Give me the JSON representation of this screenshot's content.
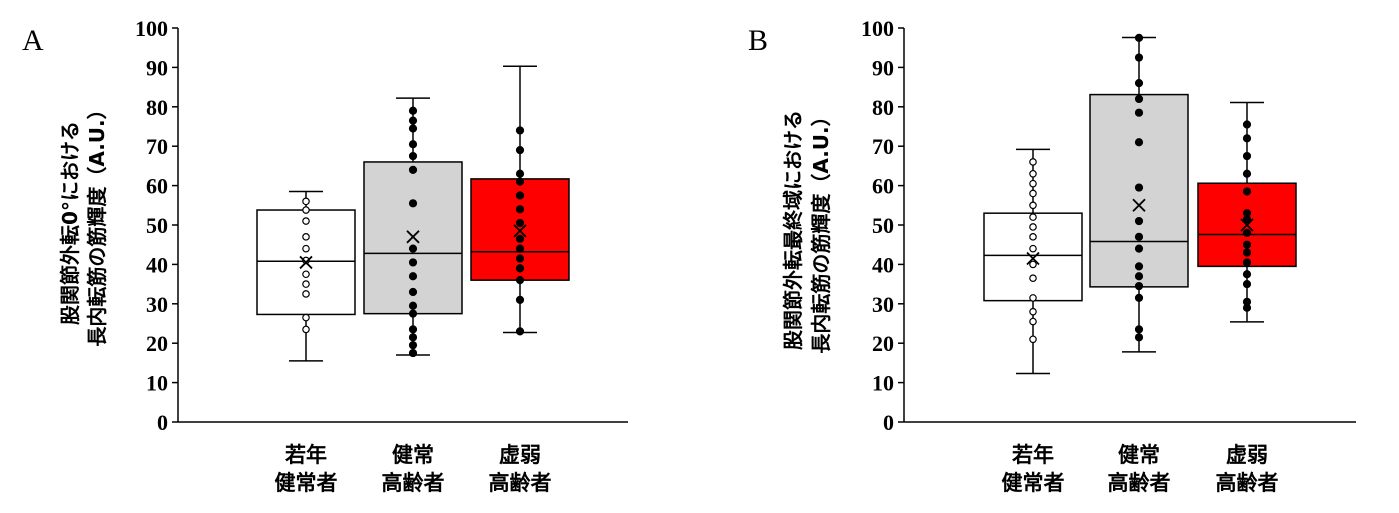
{
  "chart_data": [
    {
      "type": "box",
      "panel": "A",
      "ylabel_lines": [
        "股関節外転0°における",
        "長内転筋の筋輝度（A.U.）"
      ],
      "ylim": [
        0,
        100
      ],
      "yticks": [
        0,
        10,
        20,
        30,
        40,
        50,
        60,
        70,
        80,
        90,
        100
      ],
      "groups": [
        {
          "label_lines": [
            "若年",
            "健常者"
          ],
          "fill": "#ffffff",
          "marker": "open",
          "min": 15.5,
          "q1": 27.3,
          "median": 40.8,
          "q3": 53.8,
          "max": 58.5,
          "mean": 40.5,
          "points": [
            23.5,
            26.5,
            32.5,
            35,
            37.5,
            41,
            44,
            47,
            51,
            53.8,
            56
          ]
        },
        {
          "label_lines": [
            "健常",
            "高齢者"
          ],
          "fill": "#d3d3d3",
          "marker": "filled",
          "min": 17,
          "q1": 27.5,
          "median": 42.8,
          "q3": 66,
          "max": 82.2,
          "mean": 47,
          "points": [
            17.5,
            19.5,
            21.5,
            23.5,
            27.5,
            29.5,
            33,
            37,
            40.5,
            44,
            55.5,
            64,
            67.5,
            70.5,
            74.5,
            76.5,
            79
          ]
        },
        {
          "label_lines": [
            "虚弱",
            "高齢者"
          ],
          "fill": "#ff0000",
          "marker": "filled",
          "min": 22.7,
          "q1": 36,
          "median": 43.2,
          "q3": 61.7,
          "max": 90.3,
          "mean": 48.5,
          "points": [
            23,
            31,
            36,
            39,
            41.5,
            44,
            46.5,
            50.5,
            54,
            57.5,
            61,
            63,
            69,
            74
          ]
        }
      ]
    },
    {
      "type": "box",
      "panel": "B",
      "ylabel_lines": [
        "股関節外転最終域における",
        "長内転筋の筋輝度（A.U.）"
      ],
      "ylim": [
        0,
        100
      ],
      "yticks": [
        0,
        10,
        20,
        30,
        40,
        50,
        60,
        70,
        80,
        90,
        100
      ],
      "groups": [
        {
          "label_lines": [
            "若年",
            "健常者"
          ],
          "fill": "#ffffff",
          "marker": "open",
          "min": 12.3,
          "q1": 30.8,
          "median": 42.3,
          "q3": 53,
          "max": 69.2,
          "mean": 41.5,
          "points": [
            21,
            25.5,
            28,
            31.5,
            36.5,
            40,
            44,
            47,
            49.5,
            52,
            55,
            58,
            60.5,
            63,
            66
          ]
        },
        {
          "label_lines": [
            "健常",
            "高齢者"
          ],
          "fill": "#d3d3d3",
          "marker": "filled",
          "min": 17.8,
          "q1": 34.3,
          "median": 45.8,
          "q3": 83.1,
          "max": 97.6,
          "mean": 55,
          "points": [
            21.5,
            23.5,
            31.5,
            34.5,
            37,
            39.5,
            44,
            47,
            51,
            59.5,
            71,
            78.5,
            82,
            86,
            92.5,
            97.5
          ]
        },
        {
          "label_lines": [
            "虚弱",
            "高齢者"
          ],
          "fill": "#ff0000",
          "marker": "filled",
          "min": 25.4,
          "q1": 39.5,
          "median": 47.6,
          "q3": 60.6,
          "max": 81.1,
          "mean": 50,
          "points": [
            29,
            30.5,
            35,
            37.5,
            40.5,
            43,
            45,
            48,
            51.5,
            53,
            58.5,
            63,
            67.5,
            72,
            75.5
          ]
        }
      ]
    }
  ]
}
